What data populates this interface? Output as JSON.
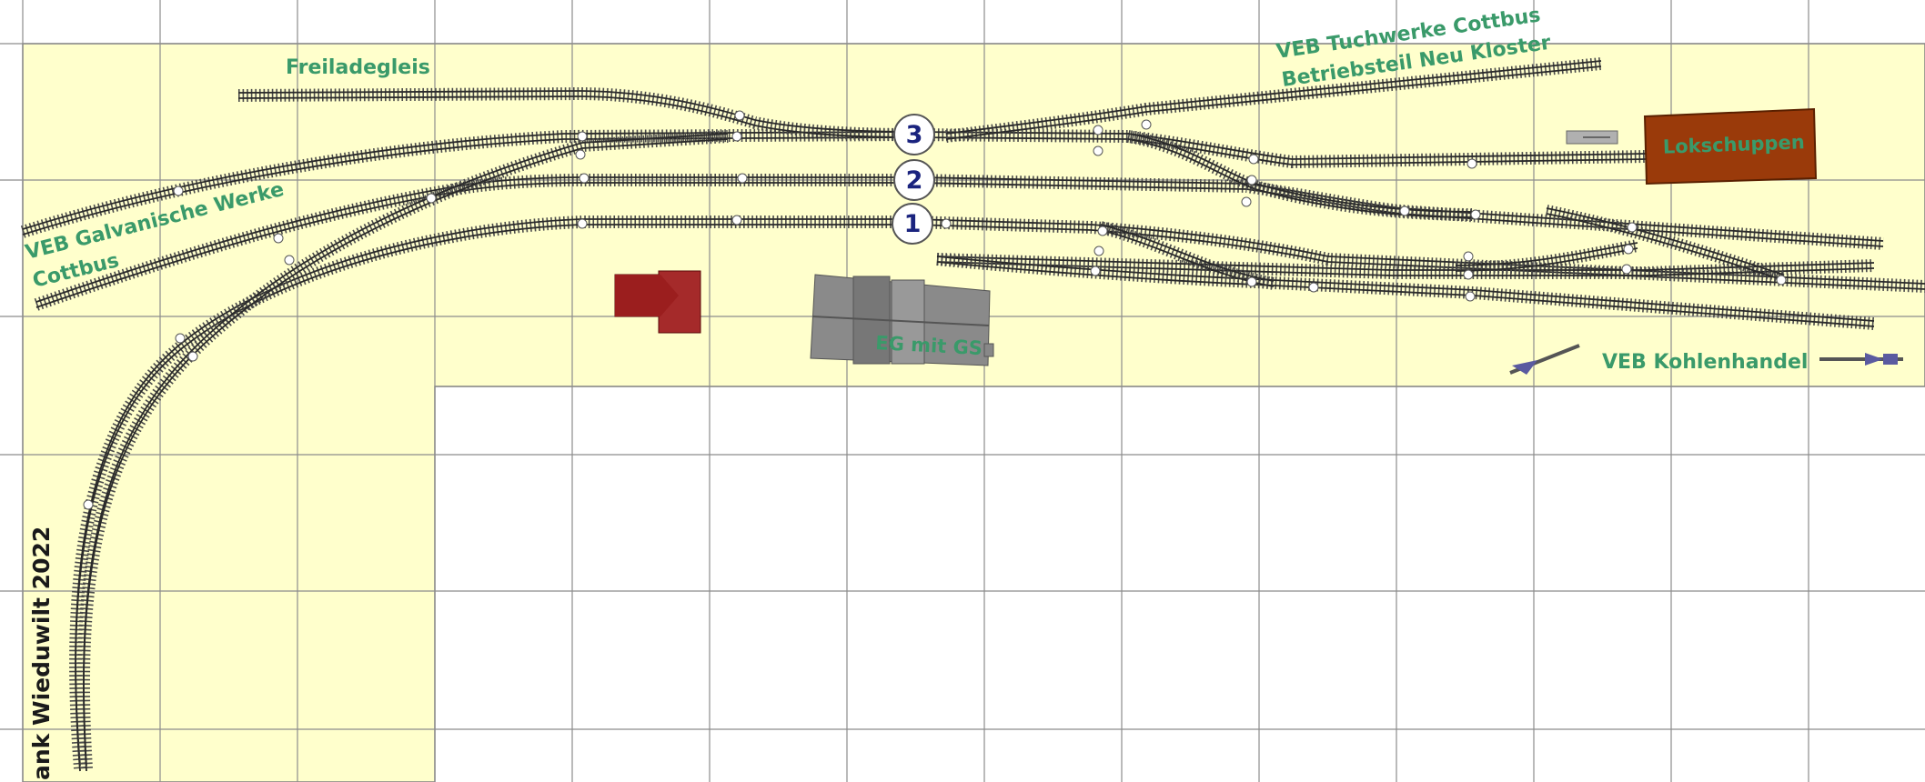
{
  "colors": {
    "background": "#ffffff",
    "board": "#ffffcc",
    "grid": "#808080",
    "track": "#3a3a3a",
    "label_green": "#3a9a6a",
    "track_number_text": "#1a237e",
    "loco_shed": "#9a3a0a",
    "red_building": "#8b1a1a",
    "station_gray": "#8a8a8a",
    "signal_blue": "#5a5aa0"
  },
  "labels": {
    "freiladegleis": "Freiladegleis",
    "galvanische_line1": "VEB Galvanische Werke",
    "galvanische_line2": "Cottbus",
    "tuchwerke_line1": "VEB Tuchwerke Cottbus",
    "tuchwerke_line2": "Betriebsteil Neu Kloster",
    "lokschuppen": "Lokschuppen",
    "station": "EG mit GS",
    "kohlenhandel": "VEB Kohlenhandel",
    "credit": "ank Wieduwilt 2022"
  },
  "track_numbers": [
    "3",
    "2",
    "1"
  ],
  "icons": {
    "red_building": "house-icon",
    "station_building": "station-building-icon",
    "buffer_stop": "buffer-stop-icon",
    "signal": "signal-icon"
  }
}
